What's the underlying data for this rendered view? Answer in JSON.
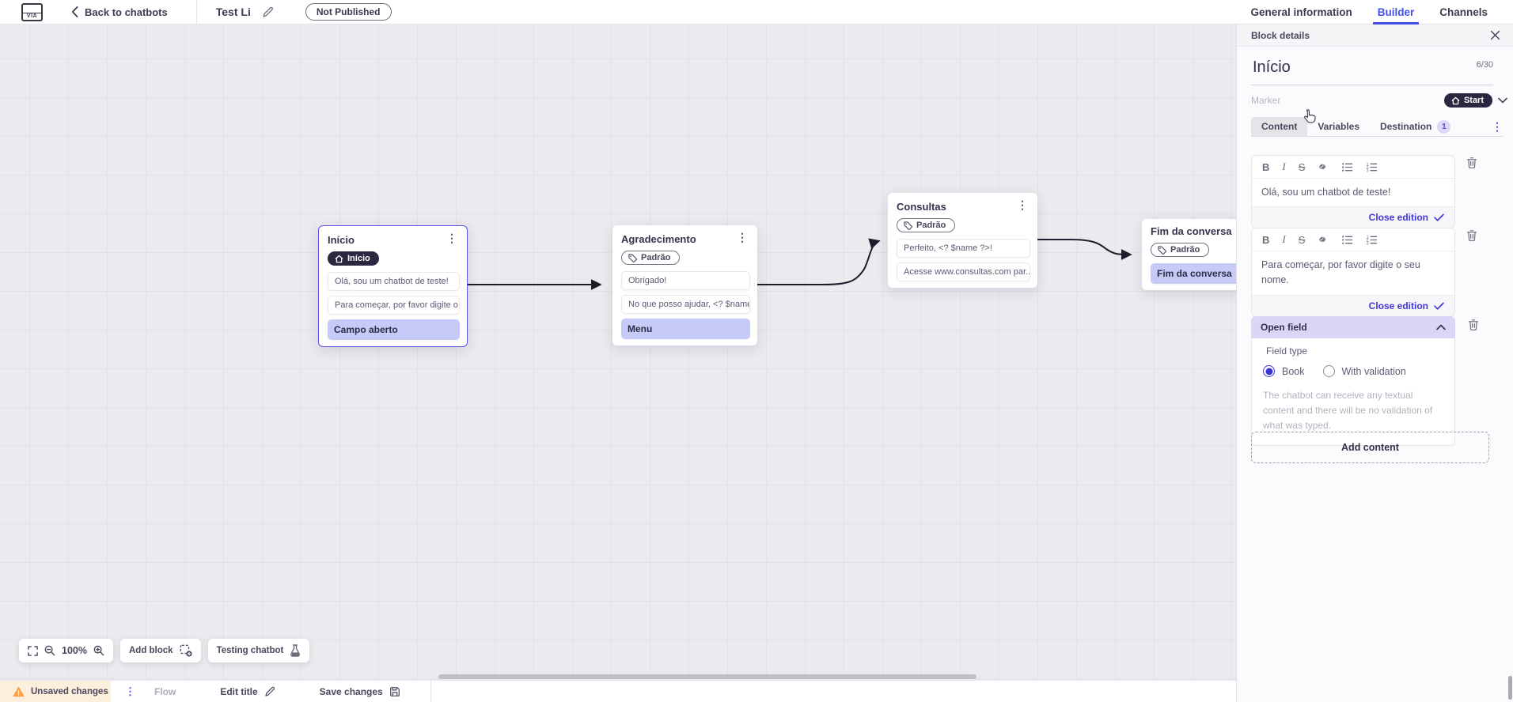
{
  "topbar": {
    "back_label": "Back to chatbots",
    "title": "Test Li",
    "status_badge": "Not Published",
    "tabs": [
      {
        "label": "General information",
        "active": false
      },
      {
        "label": "Builder",
        "active": true
      },
      {
        "label": "Channels",
        "active": false
      }
    ]
  },
  "canvas": {
    "blocks": [
      {
        "title": "Início",
        "marker": "Início",
        "marker_type": "start",
        "selected": true,
        "items": [
          {
            "text": "Olá, sou um chatbot de teste!",
            "highlight": false
          },
          {
            "text": "Para começar, por favor digite o ...",
            "highlight": false
          },
          {
            "text": "Campo aberto",
            "highlight": true
          }
        ]
      },
      {
        "title": "Agradecimento",
        "marker": "Padrão",
        "marker_type": "tag",
        "selected": false,
        "items": [
          {
            "text": "Obrigado!",
            "highlight": false
          },
          {
            "text": "No que posso ajudar, <? $name ...",
            "highlight": false
          },
          {
            "text": "Menu",
            "highlight": true
          }
        ]
      },
      {
        "title": "Consultas",
        "marker": "Padrão",
        "marker_type": "tag",
        "selected": false,
        "items": [
          {
            "text": "Perfeito, <? $name ?>!",
            "highlight": false
          },
          {
            "text": "Acesse www.consultas.com par...",
            "highlight": false
          }
        ]
      },
      {
        "title": "Fim da conversa",
        "marker": "Padrão",
        "marker_type": "tag",
        "selected": false,
        "items": [
          {
            "text": "Fim da conversa",
            "highlight": true
          }
        ]
      }
    ],
    "controls": {
      "zoom_level": "100%",
      "add_block_label": "Add block",
      "testing_label": "Testing chatbot"
    }
  },
  "panel": {
    "header": "Block details",
    "title_value": "Início",
    "title_counter": "6/30",
    "marker_label": "Marker",
    "marker_value": "Start",
    "tabs": [
      {
        "label": "Content",
        "active": true
      },
      {
        "label": "Variables",
        "active": false
      },
      {
        "label": "Destination",
        "badge": "1",
        "active": false
      }
    ],
    "editors": [
      {
        "text": "Olá, sou um chatbot de teste!",
        "close_label": "Close edition"
      },
      {
        "text": "Para começar, por favor digite o seu nome.",
        "close_label": "Close edition"
      }
    ],
    "open_field": {
      "header": "Open field",
      "field_type_label": "Field type",
      "options": [
        {
          "label": "Book",
          "selected": true
        },
        {
          "label": "With validation",
          "selected": false
        }
      ],
      "description": "The chatbot can receive any textual content and there will be no validation of what was typed."
    },
    "add_content_label": "Add content"
  },
  "statusbar": {
    "unsaved_label": "Unsaved changes",
    "flow_label": "Flow",
    "edit_title_label": "Edit title",
    "save_label": "Save changes"
  },
  "icons": {
    "used": [
      "logo",
      "back-chevron-icon",
      "pencil-icon",
      "home-icon",
      "tag-icon",
      "kebab-menu-icon",
      "bold-icon",
      "italic-icon",
      "strikethrough-icon",
      "link-icon",
      "bullet-list-icon",
      "ordered-list-icon",
      "trash-icon",
      "chevron-down-icon",
      "chevron-up-icon",
      "check-icon",
      "close-icon",
      "fullscreen-icon",
      "zoom-out-icon",
      "zoom-in-icon",
      "add-block-icon",
      "flask-icon",
      "warning-icon",
      "save-icon",
      "hand-cursor"
    ]
  },
  "colors": {
    "accent_indigo": "#4350e8",
    "close_edition_indigo": "#4038d8",
    "dark_navy_pill": "#2a2740",
    "highlight_item": "#c5cbf6",
    "lavender_header": "#d9d6f6",
    "destination_badge_bg": "#dcd8f8",
    "warning_orange": "#ff9f43",
    "unsaved_bg": "#fcf0dd",
    "canvas_bg": "#eceaee",
    "panel_bg": "#fbfafc"
  }
}
